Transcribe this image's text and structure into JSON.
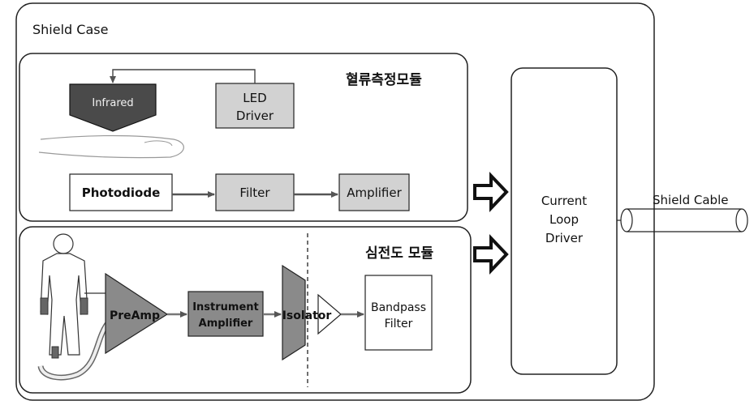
{
  "shield_case": {
    "label": "Shield Case"
  },
  "blood_module": {
    "title": "혈류측정모듈",
    "infrared": "Infrared",
    "led_driver_line1": "LED",
    "led_driver_line2": "Driver",
    "photodiode": "Photodiode",
    "filter": "Filter",
    "amplifier": "Amplifier"
  },
  "ecg_module": {
    "title": "심전도 모듈",
    "preamp": "PreAmp",
    "instrument_amp_line1": "Instrument",
    "instrument_amp_line2": "Amplifier",
    "isolator": "Isolator",
    "bandpass_line1": "Bandpass",
    "bandpass_line2": "Filter"
  },
  "current_loop": {
    "line1": "Current",
    "line2": "Loop",
    "line3": "Driver"
  },
  "cable": {
    "label": "Shield Cable"
  }
}
